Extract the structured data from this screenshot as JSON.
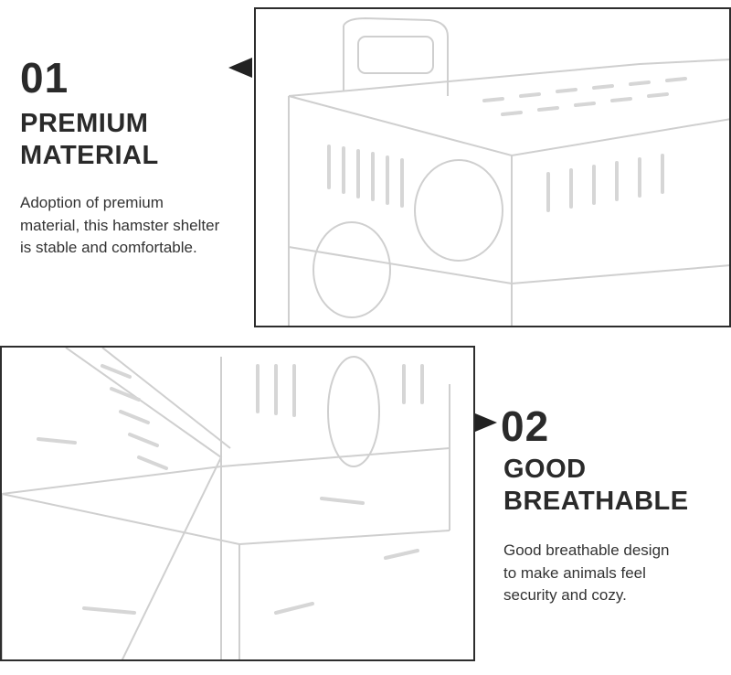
{
  "section1": {
    "number": "01",
    "title_lines": [
      "PREMIUM",
      "MATERIAL"
    ],
    "description_lines": [
      "Adoption of premium",
      "material, this hamster shelter",
      "is stable and comfortable."
    ]
  },
  "section2": {
    "number": "02",
    "title_lines": [
      "GOOD",
      "BREATHABLE"
    ],
    "description_lines": [
      "Good breathable design",
      "to make animals feel",
      "security and cozy."
    ]
  },
  "colors": {
    "text_dark": "#2a2a2a",
    "frame_border": "#2d2d2d",
    "arrow": "#222222",
    "acrylic_line": "#c9c9c9"
  },
  "images": {
    "top_photo": "acrylic-hamster-cage-top-view",
    "bottom_photo": "acrylic-hamster-cage-interior-view"
  }
}
